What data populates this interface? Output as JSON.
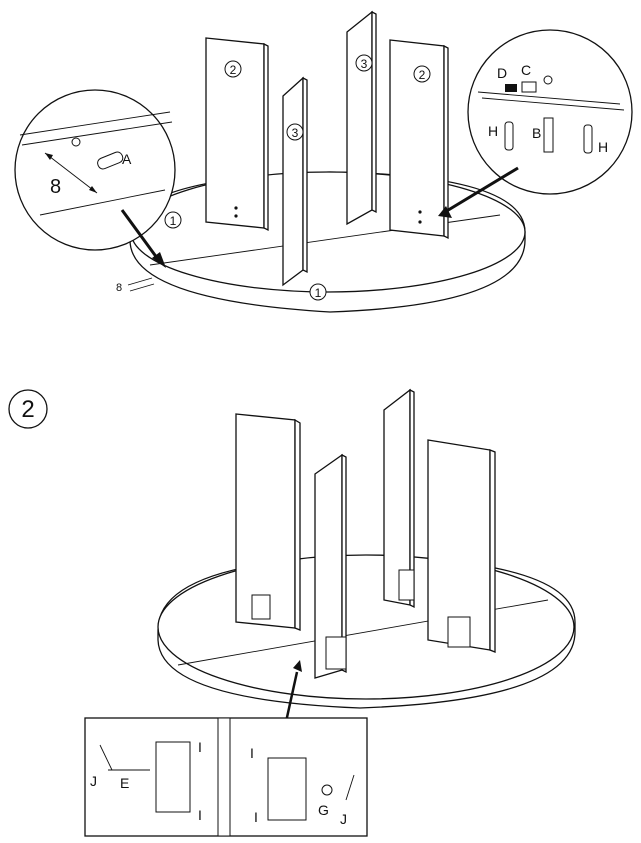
{
  "step1": {
    "panel_labels": {
      "tall_wide": "2",
      "tall_narrow": "3",
      "base": "1"
    },
    "detail_a": {
      "dimension": "8",
      "part": "A"
    },
    "detail_b": {
      "parts": [
        "D",
        "C",
        "B",
        "H",
        "H"
      ]
    },
    "base_gap": "8"
  },
  "step2": {
    "step_number": "2",
    "detail_parts": {
      "j1": "J",
      "e": "E",
      "i1": "I",
      "i2": "I",
      "i3": "I",
      "i4": "I",
      "g": "G",
      "j2": "J"
    }
  }
}
